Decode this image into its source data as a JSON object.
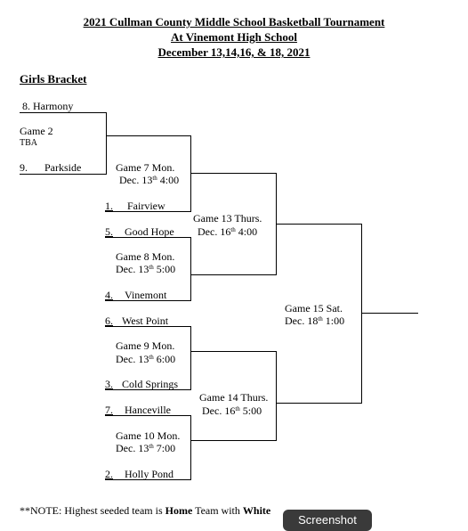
{
  "header": {
    "line1": "2021 Cullman County Middle School Basketball Tournament",
    "line2": "At Vinemont High School",
    "line3": "December 13,14,16, & 18, 2021"
  },
  "bracket_title": "Girls Bracket",
  "teams": {
    "t8": "8.   Harmony",
    "t9_num": "9.",
    "t9_name": "Parkside",
    "t1_num": "1.",
    "t1_name": "Fairview",
    "t5_num": "5.",
    "t5_name": "Good Hope",
    "t4_num": "4.",
    "t4_name": "Vinemont",
    "t6_num": "6.",
    "t6_name": "West Point",
    "t3_num": "3.",
    "t3_name": "Cold Springs",
    "t7_num": "7.",
    "t7_name": "Hanceville",
    "t2_num": "2.",
    "t2_name": "Holly Pond"
  },
  "games": {
    "g2_title": "Game 2",
    "g2_time": "TBA",
    "g7_title": "Game 7 Mon.",
    "g7_date": "Dec. 13",
    "g7_sup": "th",
    "g7_time": " 4:00",
    "g8_title": "Game  8 Mon.",
    "g8_date": "Dec. 13",
    "g8_sup": "th",
    "g8_time": " 5:00",
    "g9_title": "Game  9 Mon.",
    "g9_date": "Dec. 13",
    "g9_sup": "th",
    "g9_time": " 6:00",
    "g10_title": "Game 10 Mon.",
    "g10_date": "Dec. 13",
    "g10_sup": "th",
    "g10_time": " 7:00",
    "g13_title": "Game 13 Thurs.",
    "g13_date": "Dec. 16",
    "g13_sup": "th",
    "g13_time": " 4:00",
    "g14_title": "Game 14 Thurs.",
    "g14_date": "Dec. 16",
    "g14_sup": "th",
    "g14_time": " 5:00",
    "g15_title": "Game 15  Sat.",
    "g15_date": "Dec. 18",
    "g15_sup": "th",
    "g15_time": "  1:00"
  },
  "note": {
    "prefix": "**NOTE: Highest seeded team is ",
    "home": "Home",
    "middle": " Team with ",
    "white": "White"
  },
  "tooltip": "Screenshot"
}
